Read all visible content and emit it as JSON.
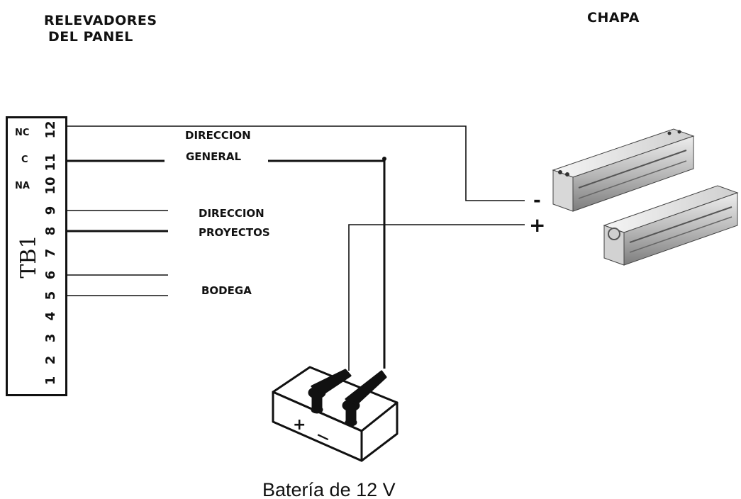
{
  "headers": {
    "panel_line1": "RELEVADORES",
    "panel_line2": "DEL PANEL",
    "lock": "CHAPA"
  },
  "terminal_block": {
    "name": "TB1",
    "contacts": {
      "nc": "NC",
      "c": "C",
      "na": "NA"
    },
    "pins": [
      "12",
      "11",
      "10",
      "9",
      "8",
      "7",
      "6",
      "5",
      "4",
      "3",
      "2",
      "1"
    ]
  },
  "zones": {
    "zone1_line1": "DIRECCION",
    "zone1_line2": "GENERAL",
    "zone2_line1": "DIRECCION",
    "zone2_line2": "PROYECTOS",
    "zone3": "BODEGA"
  },
  "lock": {
    "minus": "-",
    "plus": "+"
  },
  "battery": {
    "caption": "Batería de 12 V",
    "plus": "+",
    "minus": "—"
  }
}
